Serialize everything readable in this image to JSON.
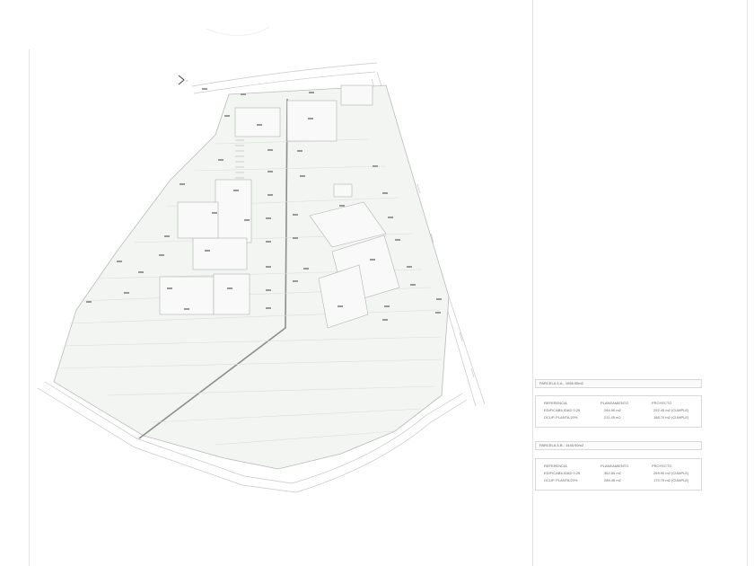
{
  "plan": {
    "north_symbol": ">"
  },
  "tables": [
    {
      "title": "PARCELA 3-A - 1058.90m2",
      "columns": [
        "REFERENCIA",
        "PLANEAMIENTO",
        "PROYECTO"
      ],
      "rows": [
        {
          "label": "EDIFICABILIDAD 0.25",
          "plan": "264.90 m2",
          "proj": "252.45 m2 (CUMPLE)"
        },
        {
          "label": "OCUP. PLANTA 20%",
          "plan": "211.45 m2",
          "proj": "188.70 m2 (CUMPLE)"
        }
      ]
    },
    {
      "title": "PARCELA 3-B - 1445.90m2",
      "columns": [
        "REFERENCIA",
        "PLANEAMIENTO",
        "PROYECTO"
      ],
      "rows": [
        {
          "label": "EDIFICABILIDAD 0.25",
          "plan": "362.65 m2",
          "proj": "269.90 m2 (CUMPLE)"
        },
        {
          "label": "OCUP. PLANTA 20%",
          "plan": "289.45 m2",
          "proj": "179.70 m2 (CUMPLE)"
        }
      ]
    }
  ]
}
